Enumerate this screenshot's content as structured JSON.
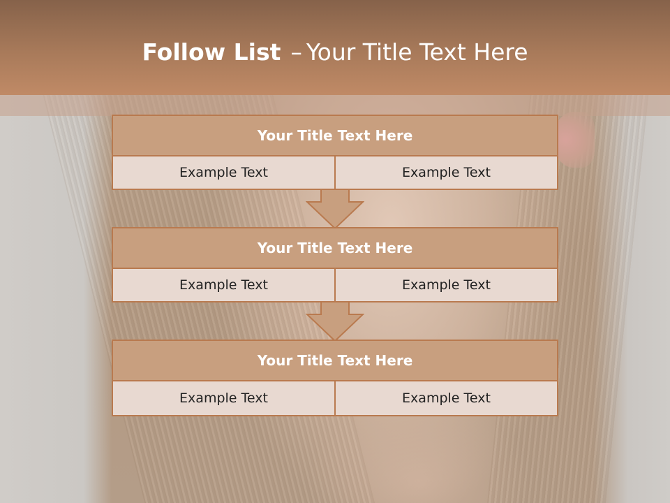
{
  "header": {
    "title_bold": "Follow List",
    "title_dash": "–",
    "title_rest": "Your Title Text Here"
  },
  "blocks": [
    {
      "title": "Your Title Text Here",
      "left": "Example Text",
      "right": "Example Text"
    },
    {
      "title": "Your Title Text Here",
      "left": "Example Text",
      "right": "Example Text"
    },
    {
      "title": "Your Title Text Here",
      "left": "Example Text",
      "right": "Example Text"
    }
  ],
  "colors": {
    "header_dark": "#86624a",
    "header_light": "#c08a66",
    "block_title_fill": "#c89f7f",
    "block_body_fill": "#e8d9d1",
    "border": "#b97a4f",
    "arrow_fill": "#c89f7f"
  },
  "icons": {
    "arrow": "down-arrow-icon"
  }
}
